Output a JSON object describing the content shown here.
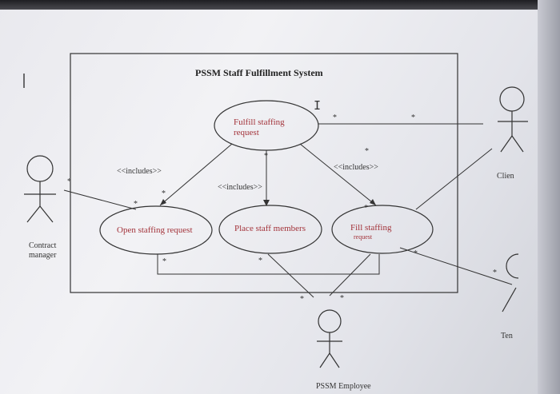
{
  "diagram": {
    "system_title": "PSSM Staff Fulfillment System",
    "use_cases": {
      "fulfill": {
        "line1": "Fulfill staffing",
        "line2": "request"
      },
      "open": {
        "label": "Open staffing request"
      },
      "place": {
        "label": "Place staff members"
      },
      "fill": {
        "line1": "Fill staffing",
        "line2": "request"
      }
    },
    "relationships": {
      "include_left": "<<includes>>",
      "include_mid": "<<includes>>",
      "include_right": "<<includes>>"
    },
    "actors": {
      "contract_manager": {
        "line1": "Contract",
        "line2": "manager"
      },
      "client": {
        "label": "Clien"
      },
      "ten": {
        "label": "Ten"
      },
      "employee": {
        "label": "PSSM Employee"
      }
    },
    "multiplicity": "*"
  }
}
